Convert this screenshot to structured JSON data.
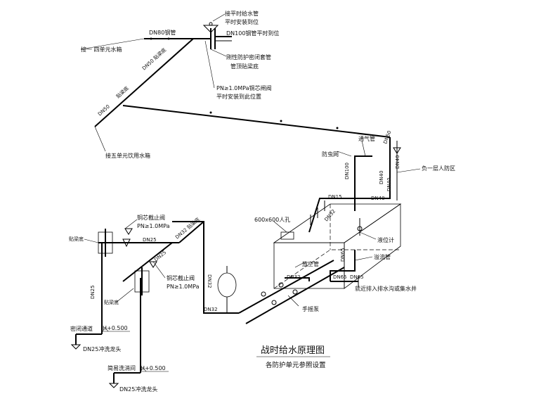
{
  "title": "战时给水原理图",
  "subtitle": "各防护单元参照设置",
  "labels": {
    "connect_peacetime_pipe": "接平时给水管",
    "peacetime_install_1": "平时安装到位",
    "dn80_steel": "DN80钢管",
    "dn100_steel": "DN100钢管平时到位",
    "connect_unit4": "接一  四单元水箱",
    "rigid_sleeve": "刚性防护密闭套管",
    "pipe_top_beam": "管顶贴梁底",
    "dn50_beam_top": "DN50 贴梁底",
    "beam_bottom_1": "贴梁底",
    "dn50_a": "DN50",
    "gate_valve_line1": "PN≥1.0MPa铜芯闸阀",
    "gate_valve_line2": "平时安装到此位置",
    "connect_unit5": "接五单元饮用水箱",
    "vent_pipe": "通气管",
    "insect_net": "防虫网",
    "dn100_vert": "DN100",
    "dn50_right": "DN50",
    "dn40_a": "DN40",
    "dn40_b": "DN40",
    "dn40_c": "DN40",
    "dn40_d": "DN40",
    "basement": "负一层人防区",
    "dn15": "DN15",
    "dn32_a": "DN32",
    "manhole": "600x600人孔",
    "level_gauge": "液位计",
    "overflow_pipe": "溢流管",
    "dn65_a": "DN65",
    "dn65_b": "DN65",
    "dn65_c": "DN65",
    "drain_pipe": "放空管",
    "dn32_b": "DN32",
    "nearby_drain": "就近排入排水沟或集水井",
    "hand_pump": "手摇泵",
    "copper_valve_1": "铜芯截止阀",
    "pn_1": "PN≥1.0MPa",
    "beam_bottom_2": "贴梁底",
    "dn25_a": "DN25",
    "dn25_b": "DN25",
    "dn32_beam": "DN32 贴梁底",
    "copper_valve_2": "铜芯截止阀",
    "pn_2": "PN≥1.0MPa",
    "beam_bottom_3": "贴梁底",
    "dn32_c": "DN32",
    "dn32_d": "DN32",
    "dn25_vert": "DN25",
    "sealed_passage": "密闭通道",
    "h500_a": "H+0.500",
    "dn25_tap_a": "DN25冲洗龙头",
    "decon_room": "简易洗消间",
    "h500_b": "H+0.500",
    "dn25_tap_b": "DN25冲洗龙头"
  }
}
